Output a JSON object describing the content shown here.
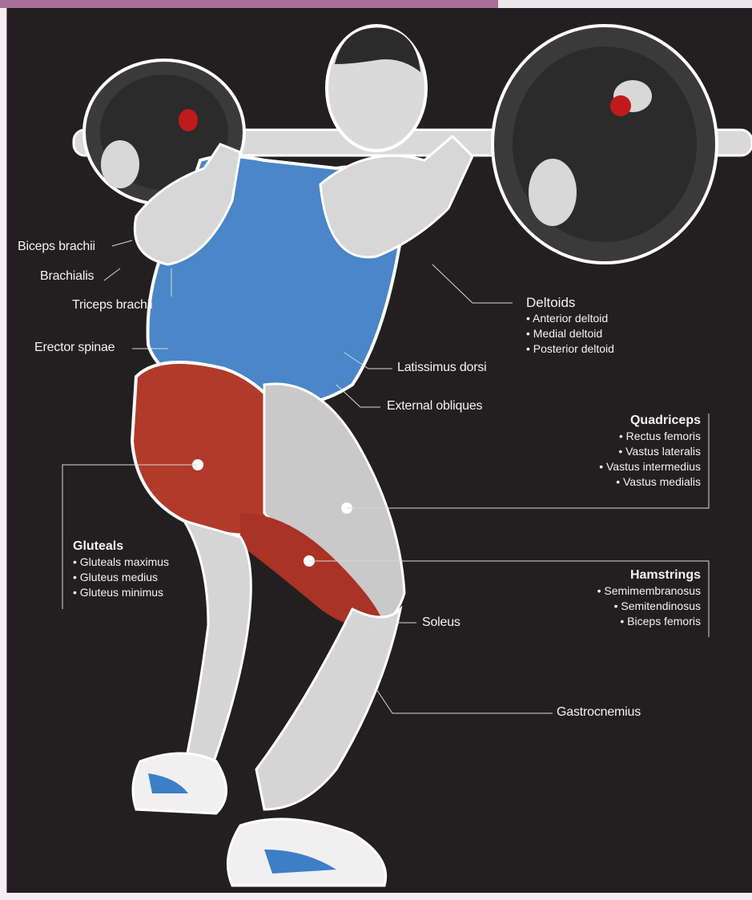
{
  "labels": {
    "biceps": "Biceps brachii",
    "brachialis": "Brachialis",
    "triceps": "Triceps brachii",
    "erector": "Erector spinae",
    "latissimus": "Latissimus dorsi",
    "obliques": "External obliques",
    "gastrocnemius": "Gastrocnemius",
    "soleus": "Soleus"
  },
  "deltoids": {
    "title": "Deltoids",
    "items": [
      "• Anterior deltoid",
      "• Medial deltoid",
      "• Posterior deltoid"
    ]
  },
  "quadriceps": {
    "title": "Quadriceps",
    "items": [
      "• Rectus femoris",
      "• Vastus lateralis",
      "• Vastus intermedius",
      "• Vastus medialis"
    ]
  },
  "gluteals": {
    "title": "Gluteals",
    "items": [
      "• Gluteals maximus",
      "• Gluteus medius",
      "• Gluteus minimus"
    ]
  },
  "hamstrings": {
    "title": "Hamstrings",
    "items": [
      "• Semimembranosus",
      "• Semitendinosus",
      "• Biceps femoris"
    ]
  },
  "colors": {
    "background": "#231f20",
    "frame": "#a96f9b",
    "torso_highlight": "#4a86c8",
    "muscle_highlight": "#b23a2a",
    "skin": "#dcdcdc"
  }
}
